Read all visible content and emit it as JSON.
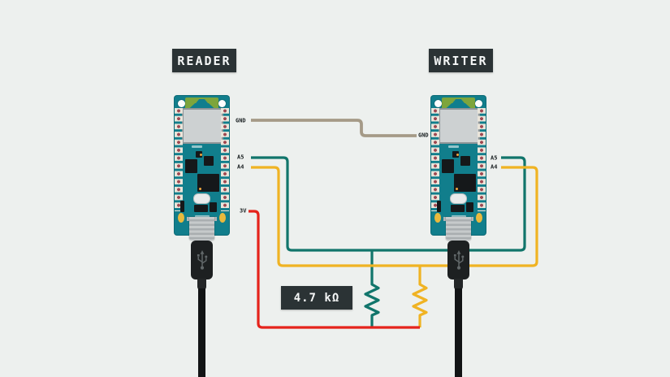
{
  "canvas": {
    "background": "#edf0ee"
  },
  "reader": {
    "title": "READER",
    "pins": {
      "gnd": "GND",
      "a5": "A5",
      "a4": "A4",
      "v3": "3V"
    }
  },
  "writer": {
    "title": "WRITER",
    "pins": {
      "gnd": "GND",
      "a5": "A5",
      "a4": "A4"
    }
  },
  "resistor": {
    "value": "4.7 kΩ"
  },
  "colors": {
    "background": "#edf0ee",
    "label_box": "#2b3335",
    "label_text": "#f4f6f6",
    "wire_gnd": "#a59a87",
    "wire_a5_scl": "#11756b",
    "wire_a4_sda": "#f0b323",
    "wire_3v": "#e5231b",
    "pcb": "#117e8c",
    "antenna_band": "#7da53c"
  },
  "icons": {
    "usb_plug": "usb-trident-icon",
    "antenna": "antenna-icon"
  }
}
